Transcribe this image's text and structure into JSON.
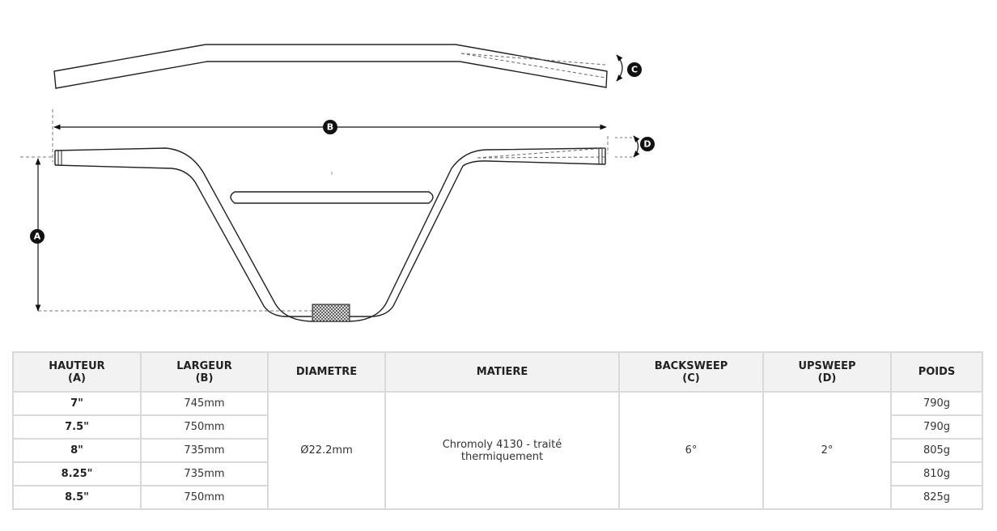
{
  "diagram": {
    "markers": {
      "a": "A",
      "b": "B",
      "c": "C",
      "d": "D"
    }
  },
  "table": {
    "headers": [
      {
        "line1": "HAUTEUR",
        "line2": "(A)"
      },
      {
        "line1": "LARGEUR",
        "line2": "(B)"
      },
      {
        "line1": "DIAMETRE",
        "line2": ""
      },
      {
        "line1": "MATIERE",
        "line2": ""
      },
      {
        "line1": "BACKSWEEP",
        "line2": "(C)"
      },
      {
        "line1": "UPSWEEP",
        "line2": "(D)"
      },
      {
        "line1": "POIDS",
        "line2": ""
      }
    ],
    "rows": [
      {
        "hauteur": "7\"",
        "largeur": "745mm",
        "poids": "790g"
      },
      {
        "hauteur": "7.5\"",
        "largeur": "750mm",
        "poids": "790g"
      },
      {
        "hauteur": "8\"",
        "largeur": "735mm",
        "poids": "805g"
      },
      {
        "hauteur": "8.25\"",
        "largeur": "735mm",
        "poids": "810g"
      },
      {
        "hauteur": "8.5\"",
        "largeur": "750mm",
        "poids": "825g"
      }
    ],
    "shared": {
      "diametre": "Ø22.2mm",
      "matiere_line1": "Chromoly 4130 - traité",
      "matiere_line2": "thermiquement",
      "backsweep": "6°",
      "upsweep": "2°"
    }
  }
}
